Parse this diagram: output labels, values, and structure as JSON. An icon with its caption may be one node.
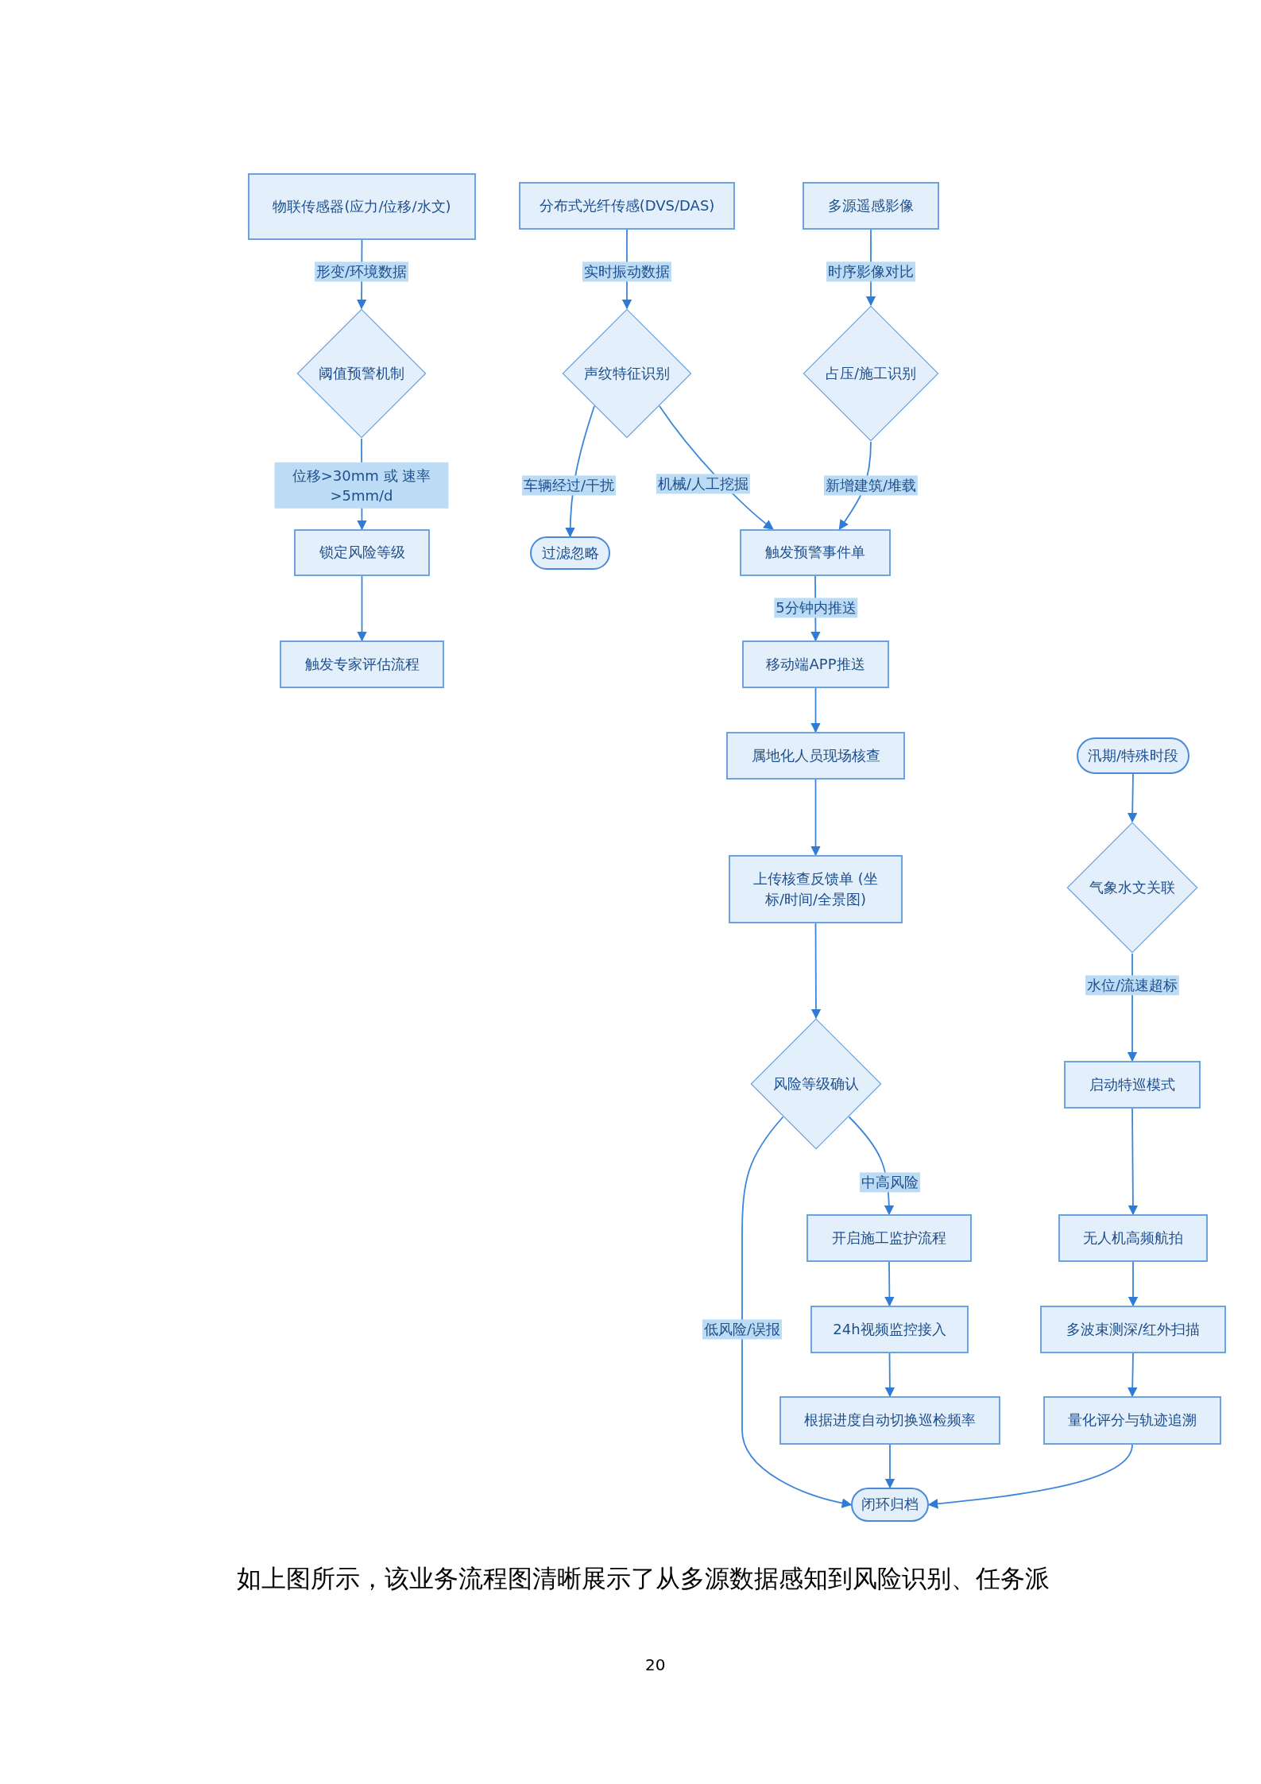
{
  "diagram": {
    "nodes": [
      {
        "text": [
          "物联传感器(应力/位移/水文)"
        ]
      },
      {
        "text": [
          "分布式光纤传感(DVS/DAS)"
        ]
      },
      {
        "text": [
          "多源遥感影像"
        ]
      },
      {
        "text": [
          "阈值预警机制"
        ]
      },
      {
        "text": [
          "声纹特征识别"
        ]
      },
      {
        "text": [
          "占压/施工识别"
        ]
      },
      {
        "text": [
          "锁定风险等级"
        ]
      },
      {
        "text": [
          "过滤忽略"
        ]
      },
      {
        "text": [
          "触发预警事件单"
        ]
      },
      {
        "text": [
          "触发专家评估流程"
        ]
      },
      {
        "text": [
          "移动端APP推送"
        ]
      },
      {
        "text": [
          "属地化人员现场核查"
        ]
      },
      {
        "text": [
          "上传核查反馈单 (坐标/时间/全景图)"
        ]
      },
      {
        "text": [
          "风险等级确认"
        ]
      },
      {
        "text": [
          "汛期/特殊时段"
        ]
      },
      {
        "text": [
          "气象水文关联"
        ]
      },
      {
        "text": [
          "启动特巡模式"
        ]
      },
      {
        "text": [
          "开启施工监护流程"
        ]
      },
      {
        "text": [
          "无人机高频航拍"
        ]
      },
      {
        "text": [
          "24h视频监控接入"
        ]
      },
      {
        "text": [
          "多波束测深/红外扫描"
        ]
      },
      {
        "text": [
          "根据进度自动切换巡检频率"
        ]
      },
      {
        "text": [
          "量化评分与轨迹追溯"
        ]
      },
      {
        "text": [
          "闭环归档"
        ]
      }
    ],
    "edges": [
      {
        "from": 0,
        "to": 3,
        "arrow": "to",
        "label": "形变/环境数据"
      },
      {
        "from": 1,
        "to": 4,
        "arrow": "to",
        "label": "实时振动数据"
      },
      {
        "from": 2,
        "to": 5,
        "arrow": "to",
        "label": "时序影像对比"
      },
      {
        "from": 3,
        "to": 6,
        "arrow": "to",
        "label": "位移>30mm 或 速率 >5mm/d"
      },
      {
        "from": 4,
        "to": 7,
        "arrow": "to",
        "label": "车辆经过/干扰"
      },
      {
        "from": 4,
        "to": 8,
        "arrow": "to",
        "label": "机械/人工挖掘"
      },
      {
        "from": 5,
        "to": 8,
        "arrow": "to",
        "label": "新增建筑/堆载"
      },
      {
        "from": 6,
        "to": 9,
        "arrow": "to"
      },
      {
        "from": 8,
        "to": 10,
        "arrow": "to",
        "label": "5分钟内推送"
      },
      {
        "from": 10,
        "to": 11,
        "arrow": "to"
      },
      {
        "from": 11,
        "to": 12,
        "arrow": "to"
      },
      {
        "from": 12,
        "to": 13,
        "arrow": "to"
      },
      {
        "from": 13,
        "to": 17,
        "arrow": "to",
        "label": "中高风险"
      },
      {
        "from": 13,
        "to": 23,
        "arrow": "to",
        "label": "低风险/误报"
      },
      {
        "from": 14,
        "to": 15,
        "arrow": "to"
      },
      {
        "from": 15,
        "to": 16,
        "arrow": "to",
        "label": "水位/流速超标"
      },
      {
        "from": 16,
        "to": 18,
        "arrow": "to"
      },
      {
        "from": 17,
        "to": 19,
        "arrow": "to"
      },
      {
        "from": 18,
        "to": 20,
        "arrow": "to"
      },
      {
        "from": 19,
        "to": 21,
        "arrow": "to"
      },
      {
        "from": 20,
        "to": 22,
        "arrow": "to"
      },
      {
        "from": 21,
        "to": 23,
        "arrow": "to"
      },
      {
        "from": 22,
        "to": 23,
        "arrow": "to"
      }
    ],
    "labels": [
      "如上图所示，该业务流程图清晰展示了从多源数据感知到风险识别、任务派",
      "20"
    ]
  }
}
